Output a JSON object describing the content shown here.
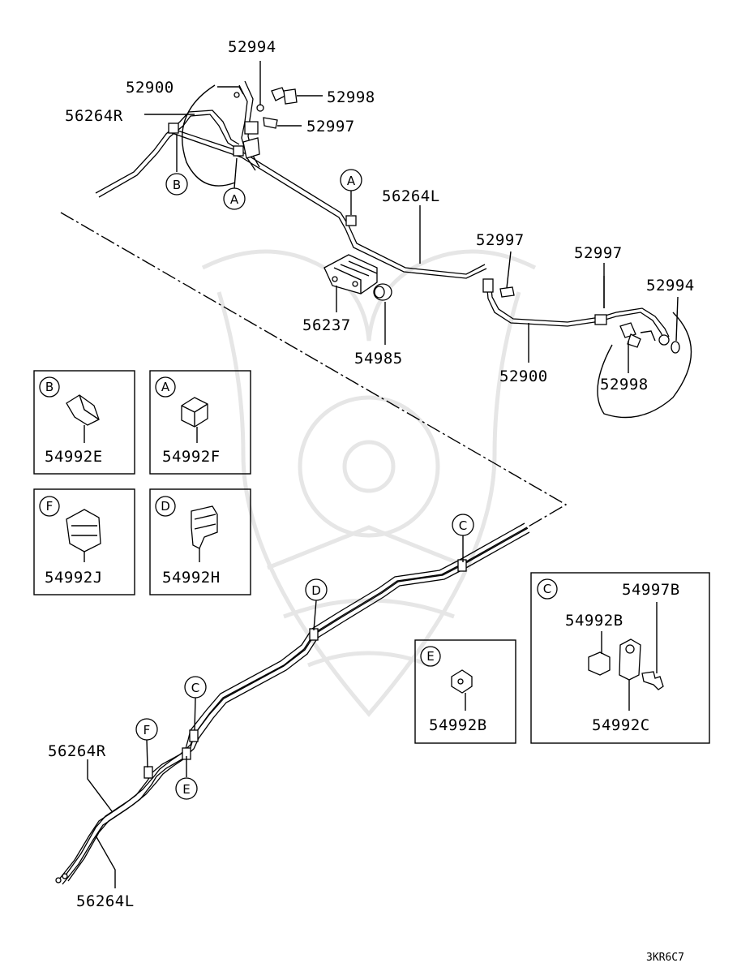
{
  "callouts": {
    "p52994_top": "52994",
    "p52900_top": "52900",
    "p52998_top": "52998",
    "p56264R_top": "56264R",
    "p52997_top": "52997",
    "p56264L_top": "56264L",
    "p52997_mid": "52997",
    "p52997_right": "52997",
    "p52994_right": "52994",
    "p56237": "56237",
    "p54985": "54985",
    "p52900_mid": "52900",
    "p52998_right": "52998",
    "p56264R_bot": "56264R",
    "p56264L_bot": "56264L"
  },
  "markers": {
    "B": "B",
    "A": "A",
    "C": "C",
    "D": "D",
    "E": "E",
    "F": "F"
  },
  "detail_boxes": [
    {
      "letter": "B",
      "part": "54992E"
    },
    {
      "letter": "A",
      "part": "54992F"
    },
    {
      "letter": "F",
      "part": "54992J"
    },
    {
      "letter": "D",
      "part": "54992H"
    },
    {
      "letter": "E",
      "part": "54992B"
    },
    {
      "letter": "C",
      "parts": [
        "54997B",
        "54992B",
        "54992C"
      ]
    }
  ],
  "diagram_code": "3KR6C7"
}
